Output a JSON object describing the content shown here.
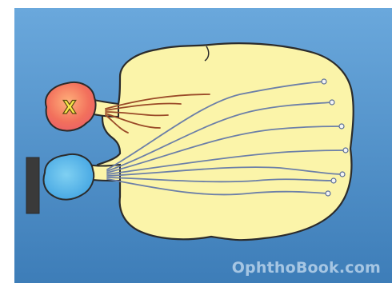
{
  "diagram": {
    "eye_lesion_mark": "X",
    "colors": {
      "background_top": "#5f9fd6",
      "background_bottom": "#3f7fba",
      "brain_fill": "#fbf4a9",
      "brain_outline": "#2a2a2a",
      "damaged_eye": "#f06a5a",
      "healthy_eye": "#56b6e8",
      "damaged_fibers": "#9b4a2a",
      "healthy_fibers": "#6e7fa6",
      "occluder": "#3b3b3b",
      "x_mark": "#f7e64a"
    },
    "icons": [
      "occluder-bar",
      "fiber-terminal-circle"
    ]
  },
  "watermark": {
    "text": "OphthoBook.com"
  }
}
